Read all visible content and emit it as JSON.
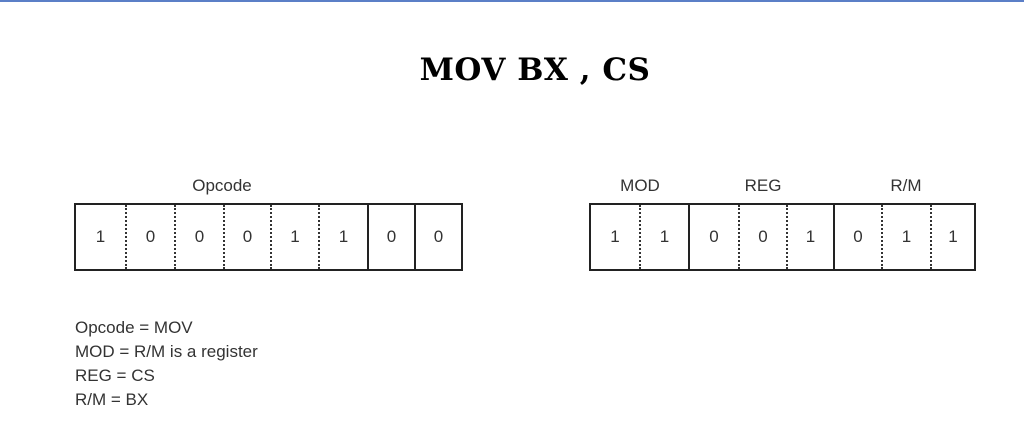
{
  "title": "MOV BX , CS",
  "opcode_byte": {
    "label": "Opcode",
    "bits": [
      "1",
      "0",
      "0",
      "0",
      "1",
      "1",
      "0",
      "0"
    ]
  },
  "modrm_byte": {
    "fields": [
      {
        "label": "MOD",
        "bits": [
          "1",
          "1"
        ]
      },
      {
        "label": "REG",
        "bits": [
          "0",
          "0",
          "1"
        ]
      },
      {
        "label": "R/M",
        "bits": [
          "0",
          "1",
          "1"
        ]
      }
    ]
  },
  "legend": [
    "Opcode = MOV",
    "MOD = R/M is a register",
    "REG = CS",
    "R/M = BX"
  ]
}
